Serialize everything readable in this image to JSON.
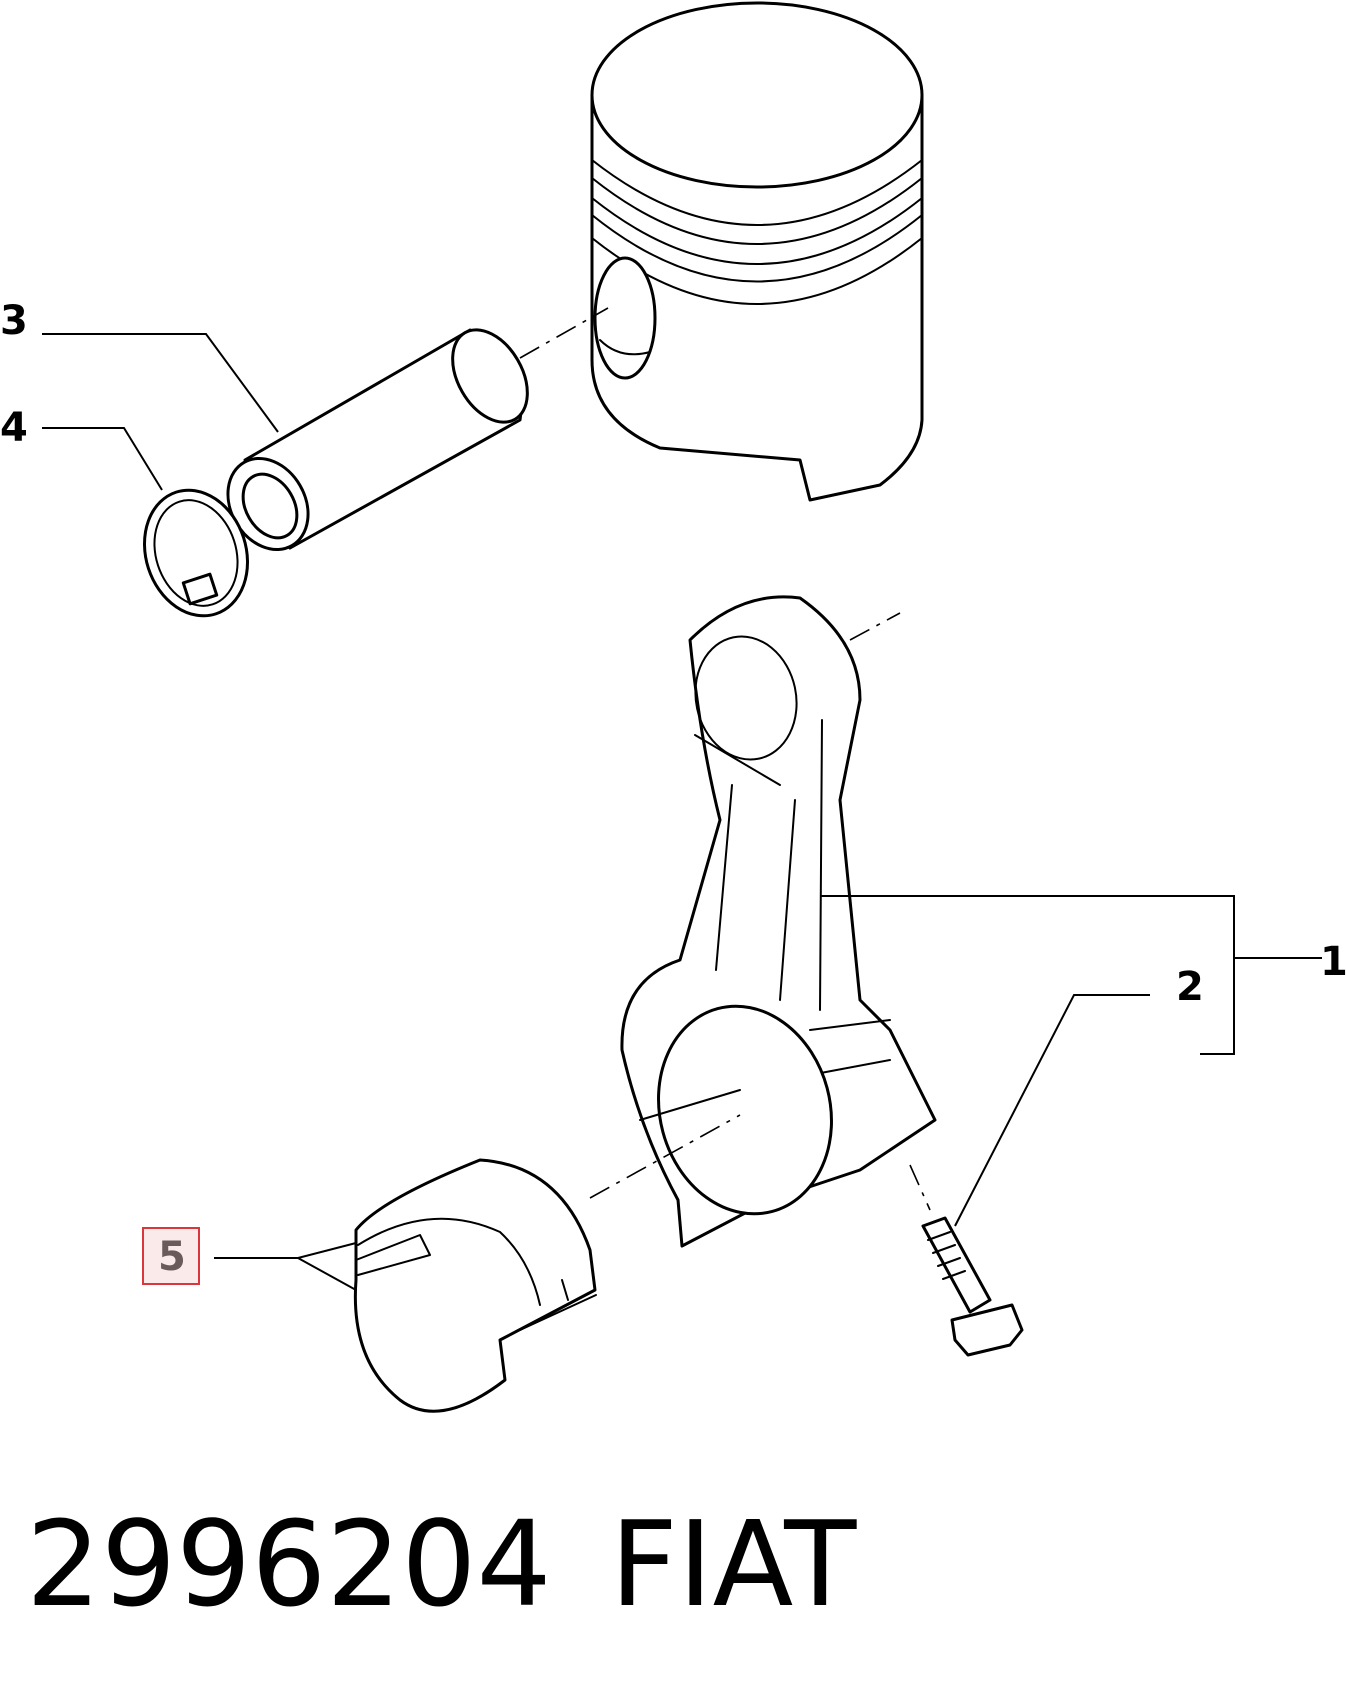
{
  "callouts": {
    "c1": "1",
    "c2": "2",
    "c3": "3",
    "c4": "4",
    "c5": "5"
  },
  "highlighted_callout": "5",
  "highlight_color": "#d9363e",
  "footer": {
    "part_number": "2996204",
    "brand": "FIAT"
  },
  "parts": [
    {
      "ref": "1",
      "depicts": "connecting rod"
    },
    {
      "ref": "2",
      "depicts": "bolt"
    },
    {
      "ref": "3",
      "depicts": "piston pin"
    },
    {
      "ref": "4",
      "depicts": "circlip"
    },
    {
      "ref": "5",
      "depicts": "bearing shell"
    }
  ]
}
